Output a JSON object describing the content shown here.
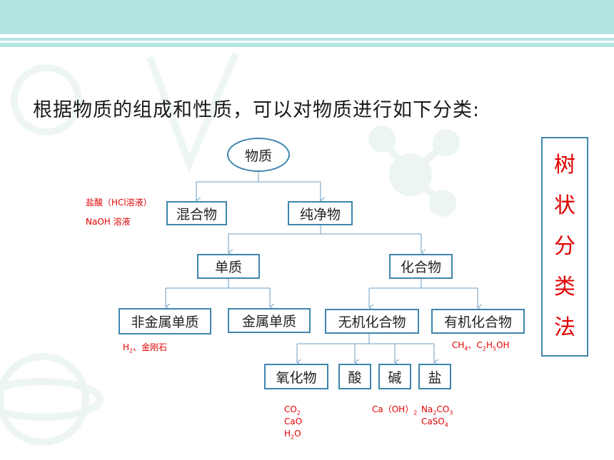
{
  "heading": "根据物质的组成和性质，可以对物质进行如下分类:",
  "tree": {
    "root": "物质",
    "mixture": "混合物",
    "pure": "纯净物",
    "element": "单质",
    "compound": "化合物",
    "nonmetal": "非金属单质",
    "metal": "金属单质",
    "inorganic": "无机化合物",
    "organic": "有机化合物",
    "oxide": "氧化物",
    "acid": "酸",
    "base": "碱",
    "salt": "盐"
  },
  "examples": {
    "mixture_1": "盐酸（HCl溶液）",
    "mixture_2": "NaOH 溶液",
    "nonmetal": "H2、金刚石",
    "organic": "CH4、C2H5OH",
    "oxide_1": "CO2",
    "oxide_2": "CaO",
    "oxide_3": "H2O",
    "base": "Ca（OH）2",
    "salt_1": "Na2CO3",
    "salt_2": "CaSO4"
  },
  "side_label": [
    "树",
    "状",
    "分",
    "类",
    "法"
  ],
  "colors": {
    "accent_bar": "#b4e4e2",
    "node_border": "#3d86ad",
    "example_text": "#e00000"
  }
}
